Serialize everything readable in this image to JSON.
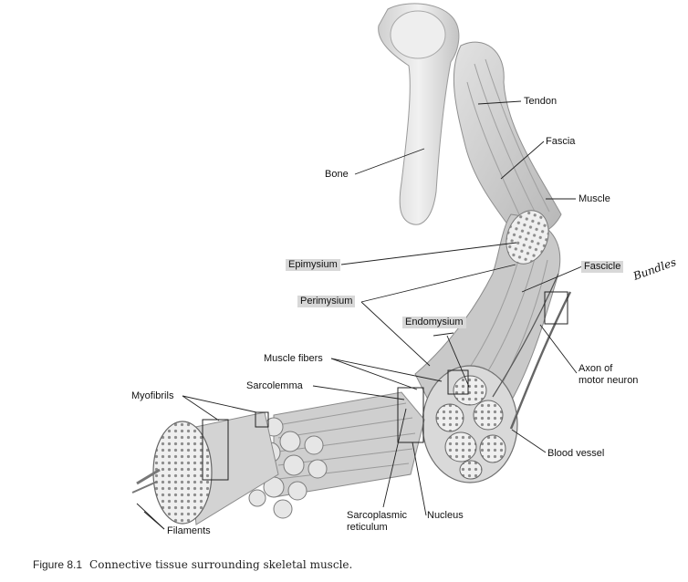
{
  "labels": {
    "tendon": "Tendon",
    "fascia": "Fascia",
    "bone": "Bone",
    "muscle": "Muscle",
    "epimysium": "Epimysium",
    "fascicle": "Fascicle",
    "perimysium": "Perimysium",
    "endomysium": "Endomysium",
    "muscle_fibers": "Muscle fibers",
    "axon_line1": "Axon of",
    "axon_line2": "motor neuron",
    "myofibrils": "Myofibrils",
    "sarcolemma": "Sarcolemma",
    "blood_vessel": "Blood vessel",
    "sarcoplasmic_line1": "Sarcoplasmic",
    "sarcoplasmic_line2": "reticulum",
    "nucleus": "Nucleus",
    "filaments": "Filaments"
  },
  "handwritten_note": "Bundles",
  "caption": {
    "number": "Figure 8.1",
    "text": "Connective tissue surrounding skeletal muscle."
  }
}
